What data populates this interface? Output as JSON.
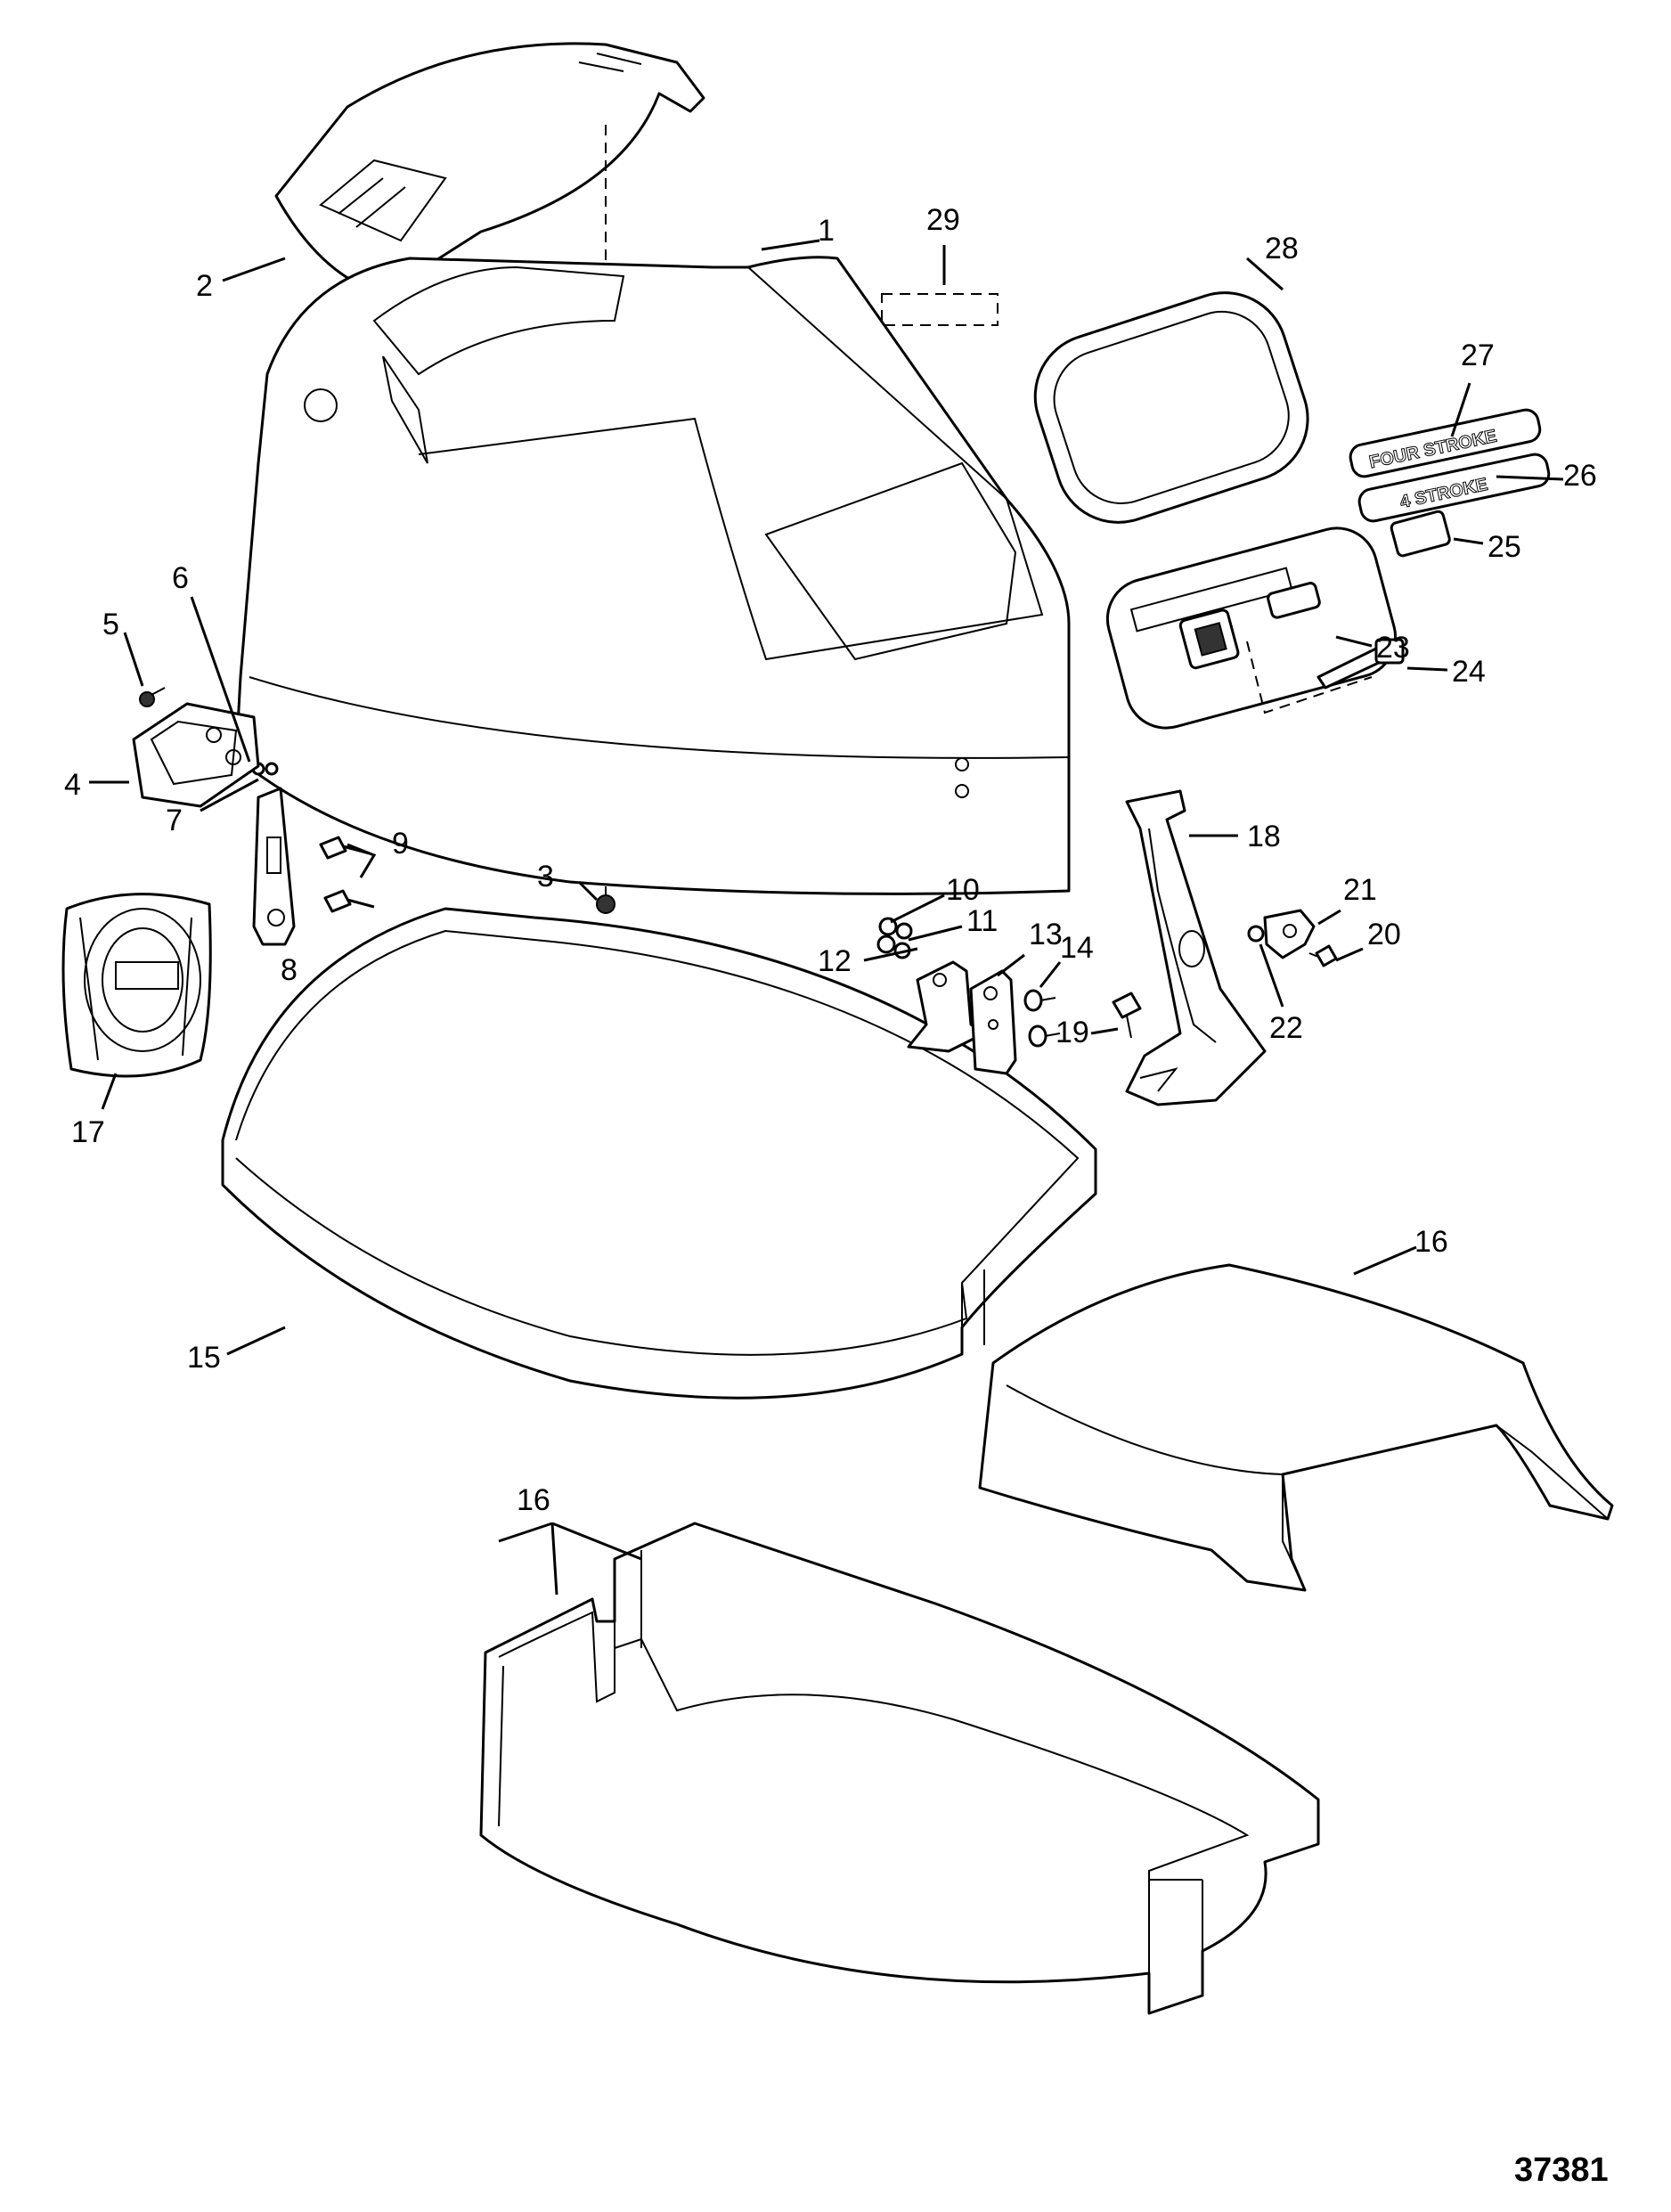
{
  "callouts": {
    "c1": "1",
    "c2": "2",
    "c3": "3",
    "c4": "4",
    "c5": "5",
    "c6": "6",
    "c7": "7",
    "c8": "8",
    "c9": "9",
    "c10": "10",
    "c11": "11",
    "c12": "12",
    "c13": "13",
    "c14": "14",
    "c15": "15",
    "c16a": "16",
    "c16b": "16",
    "c17": "17",
    "c18": "18",
    "c19": "19",
    "c20": "20",
    "c21": "21",
    "c22": "22",
    "c23": "23",
    "c24": "24",
    "c25": "25",
    "c26": "26",
    "c27": "27",
    "c28": "28",
    "c29": "29"
  },
  "decals": {
    "four_stroke": "FOUR STROKE",
    "four_stroke_short": "4 STROKE"
  },
  "figure_number": "37381"
}
